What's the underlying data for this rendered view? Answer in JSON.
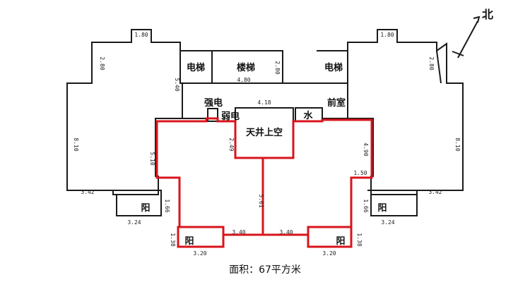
{
  "rooms": {
    "elevator_left": "电梯",
    "stairs": "楼梯",
    "elevator_right": "电梯",
    "strong_current": "强电",
    "weak_current": "弱电",
    "front_room": "前室",
    "water": "水",
    "atrium": "天井上空",
    "balcony": "阳"
  },
  "dimensions": {
    "top_left": "1.80",
    "top_right": "1.80",
    "wing_left_upper": "2.80",
    "wing_right_upper": "2.80",
    "left_540": "5.40",
    "stairs_width": "4.80",
    "stairs_height": "2.80",
    "corridor_width": "4.18",
    "left_wing_height": "8.10",
    "right_wing_height": "8.10",
    "left_510": "5.10",
    "right_490": "4.90",
    "atrium_height": "2.49",
    "center_height": "5.61",
    "left_342": "3.42",
    "right_342": "3.42",
    "right_150": "1.50",
    "left_166": "1.66",
    "right_166": "1.66",
    "left_324": "3.24",
    "right_324": "3.24",
    "left_138": "1.38",
    "right_138": "1.38",
    "left_340": "3.40",
    "right_340": "3.40",
    "left_320": "3.20",
    "right_320": "3.20"
  },
  "north_label": "北",
  "caption": "面积：67平方米"
}
